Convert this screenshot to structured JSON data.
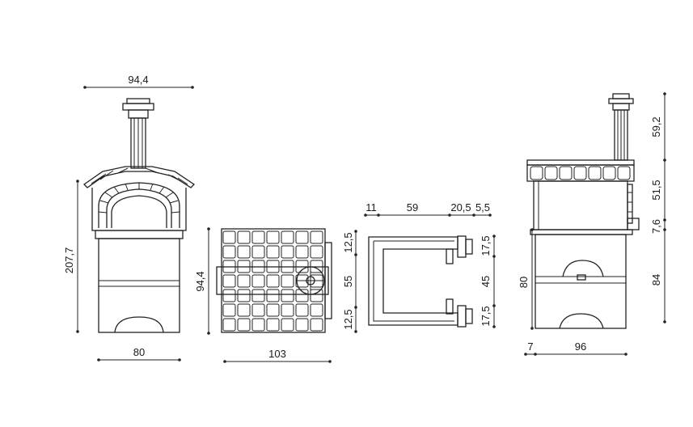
{
  "front_view": {
    "width_top": "94,4",
    "height_total": "207,7",
    "width_base": "80"
  },
  "top_view": {
    "depth": "94,4",
    "width": "103",
    "seg_top": "12,5",
    "seg_mid": "55",
    "seg_bottom": "12,5"
  },
  "plan_view": {
    "dim_a": "11",
    "dim_b": "59",
    "dim_c": "20,5",
    "dim_d": "5,5",
    "seg_top": "17,5",
    "seg_mid": "45",
    "seg_bottom": "17,5"
  },
  "side_view": {
    "h_chimney": "59,2",
    "h_roof": "51,5",
    "h_ledge": "7,6",
    "h_base": "84",
    "h_inner": "80",
    "w_offset": "7",
    "w_depth": "96"
  },
  "colors": {
    "stroke": "#222222",
    "background": "#ffffff"
  }
}
